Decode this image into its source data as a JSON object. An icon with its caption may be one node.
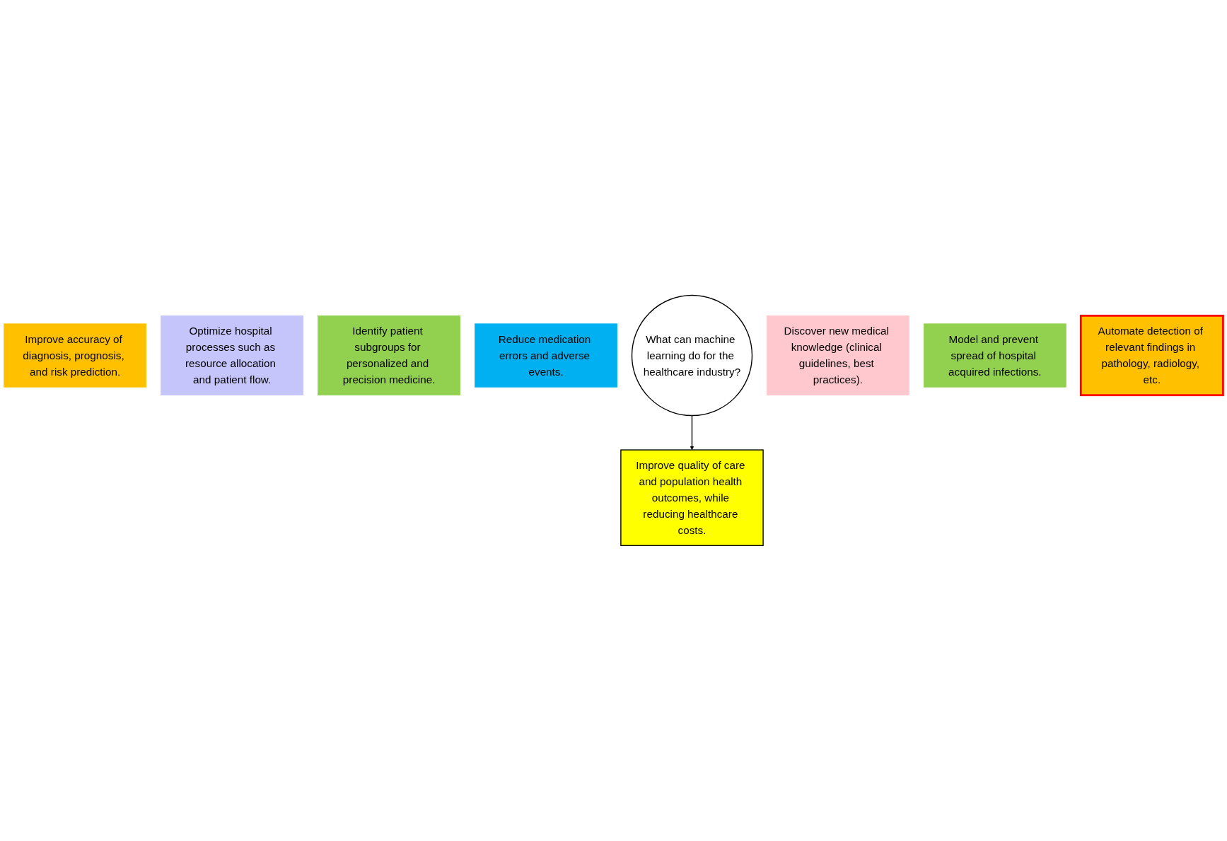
{
  "diagram": {
    "nodes": [
      {
        "text": [
          "Improve accuracy of diagnosis, prognosis, and risk prediction."
        ]
      },
      {
        "text": [
          "Optimize hospital processes such as resource allocation and patient flow."
        ]
      },
      {
        "text": [
          "Identify patient subgroups for personalized and precision medicine."
        ]
      },
      {
        "text": [
          "Reduce medication errors and adverse events."
        ]
      },
      {
        "text": [
          "What can machine learning do for the healthcare industry?"
        ]
      },
      {
        "text": [
          "Discover new medical knowledge (clinical guidelines, best practices)."
        ]
      },
      {
        "text": [
          "Model and prevent spread of hospital acquired infections."
        ]
      },
      {
        "text": [
          "Automate detection of relevant findings in pathology, radiology, etc."
        ]
      },
      {
        "text": [
          "Improve quality of care and population health outcomes, while reducing healthcare costs."
        ]
      }
    ],
    "edges": [
      {
        "from": 4,
        "to": 8,
        "arrow": "to"
      }
    ]
  }
}
